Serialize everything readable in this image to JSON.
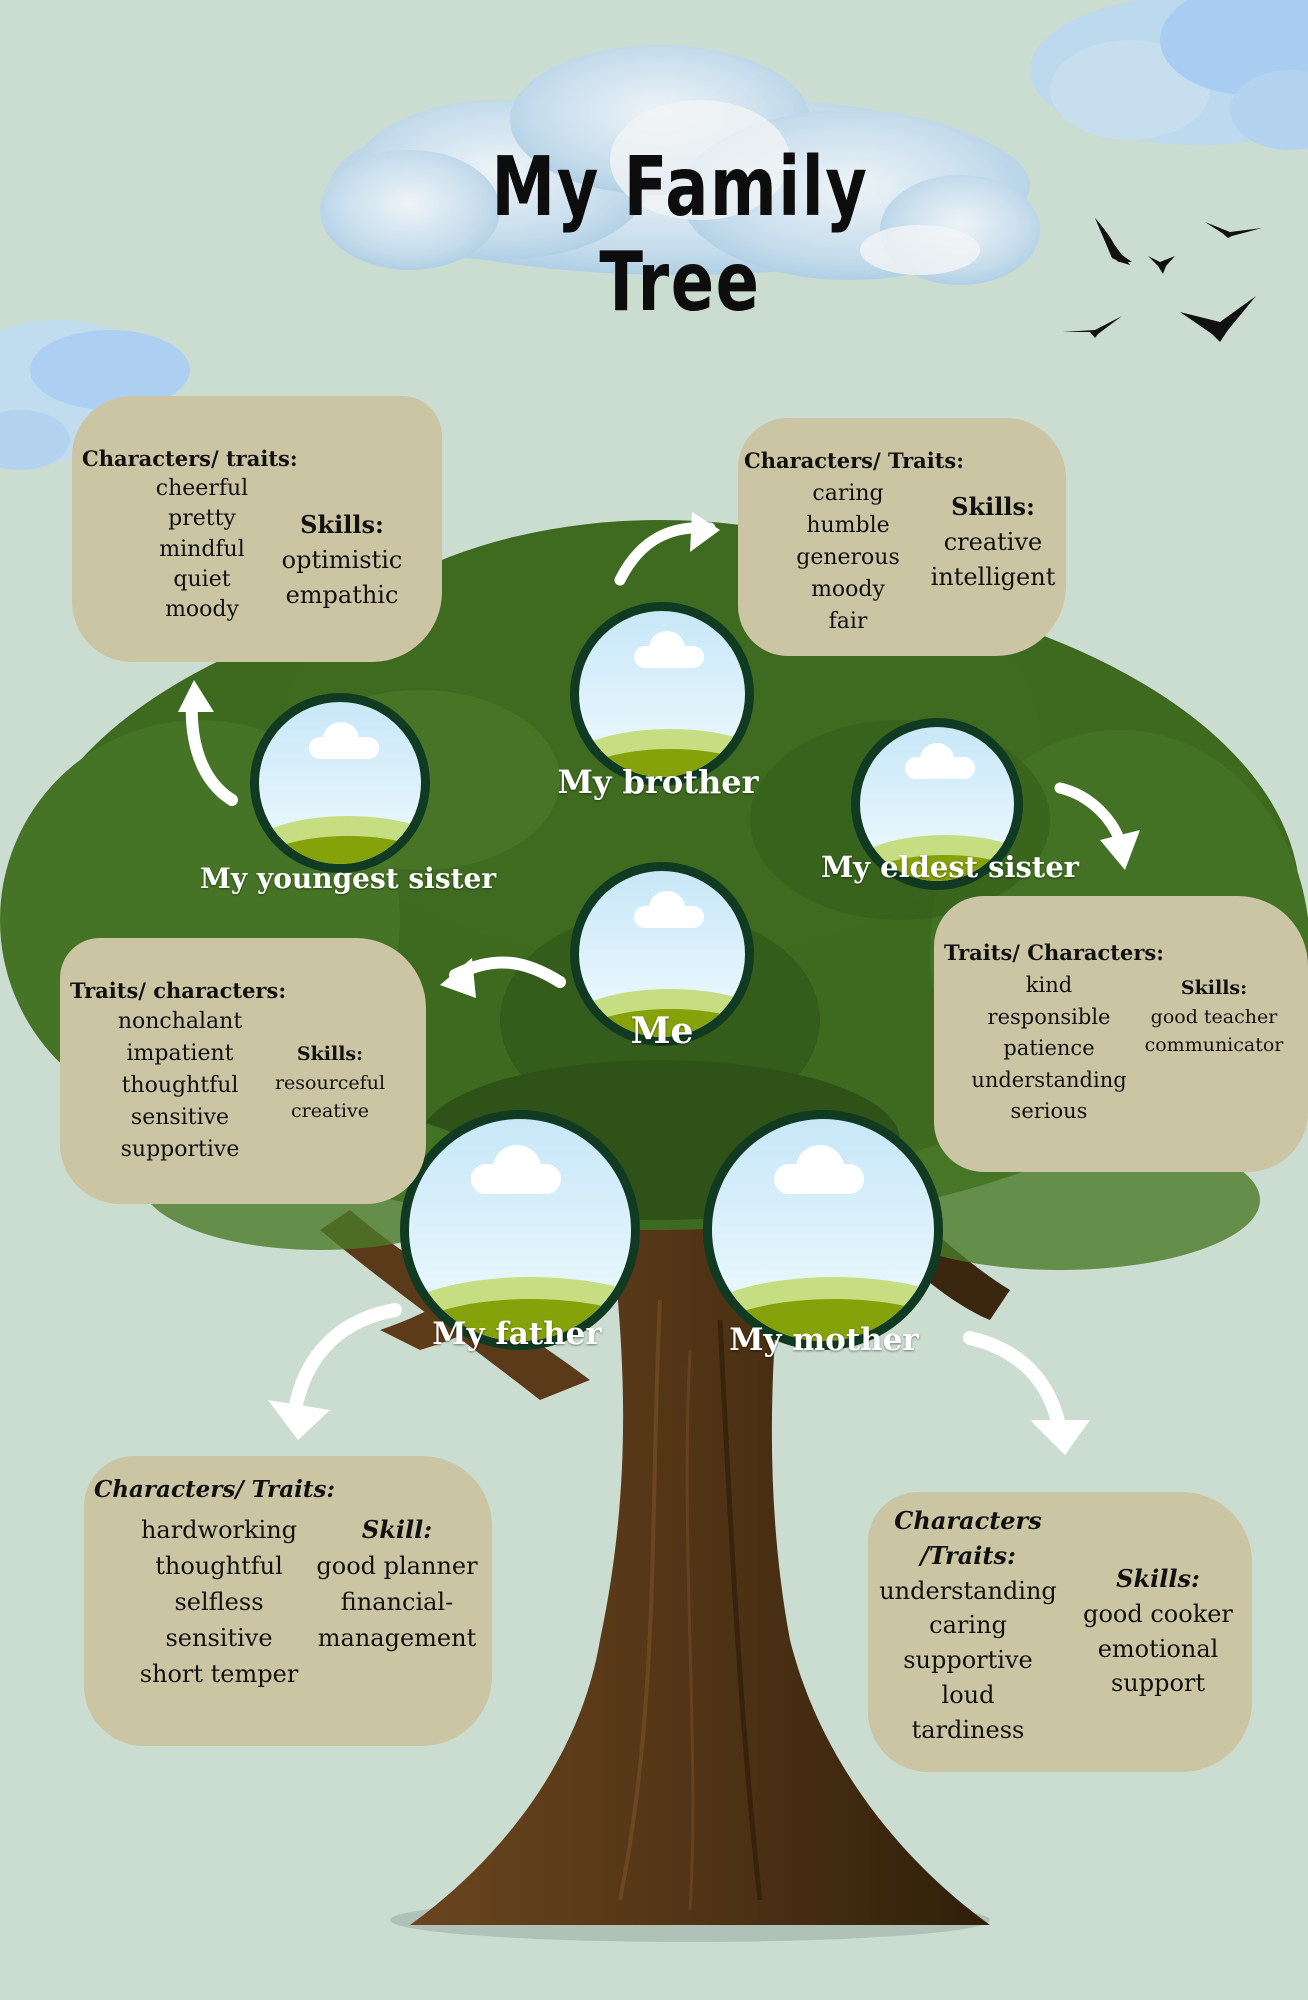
{
  "title": "My Family Tree",
  "colors": {
    "background": "#cbddd1",
    "card": "#cbc5a3",
    "foliage": "#3f6b20",
    "foliage_dark": "#2e5217",
    "trunk": "#5a3a18",
    "frame": "#113a22",
    "text": "#111111",
    "label": "#ffffff"
  },
  "members": {
    "youngest_sister": {
      "name": "My youngest sister",
      "traits_heading": "Characters/ traits:",
      "traits": [
        "cheerful",
        "pretty",
        "mindful",
        "quiet",
        "moody"
      ],
      "skills_heading": "Skills:",
      "skills": [
        "optimistic",
        "empathic"
      ]
    },
    "brother": {
      "name": "My brother",
      "traits_heading": "Characters/ Traits:",
      "traits": [
        "caring",
        "humble",
        "generous",
        "moody",
        "fair"
      ],
      "skills_heading": "Skills:",
      "skills": [
        "creative",
        "intelligent"
      ]
    },
    "eldest_sister": {
      "name": "My eldest sister",
      "traits_heading": "Traits/ Characters:",
      "traits": [
        "kind",
        "responsible",
        "patience",
        "understanding",
        "serious"
      ],
      "skills_heading": "Skills:",
      "skills": [
        "good teacher",
        "communicator"
      ]
    },
    "me": {
      "name": "Me",
      "traits_heading": "Traits/ characters:",
      "traits": [
        "nonchalant",
        "impatient",
        "thoughtful",
        "sensitive",
        "supportive"
      ],
      "skills_heading": "Skills:",
      "skills": [
        "resourceful",
        "creative"
      ]
    },
    "father": {
      "name": "My father",
      "traits_heading": "Characters/ Traits:",
      "traits": [
        "hardworking",
        "thoughtful",
        "selfless",
        "sensitive",
        "short temper"
      ],
      "skills_heading": "Skill:",
      "skills": [
        "good planner",
        "financial-",
        "management"
      ]
    },
    "mother": {
      "name": "My mother",
      "traits_heading_line1": "Characters",
      "traits_heading_line2": "/Traits:",
      "traits": [
        "understanding",
        "caring",
        "supportive",
        "loud",
        "tardiness"
      ],
      "skills_heading": "Skills:",
      "skills": [
        "good cooker",
        "emotional",
        "support"
      ]
    }
  },
  "icons": {
    "birds": "birds-silhouette-icon",
    "arrow": "curved-arrow-icon",
    "cloud": "watercolor-cloud-icon"
  }
}
